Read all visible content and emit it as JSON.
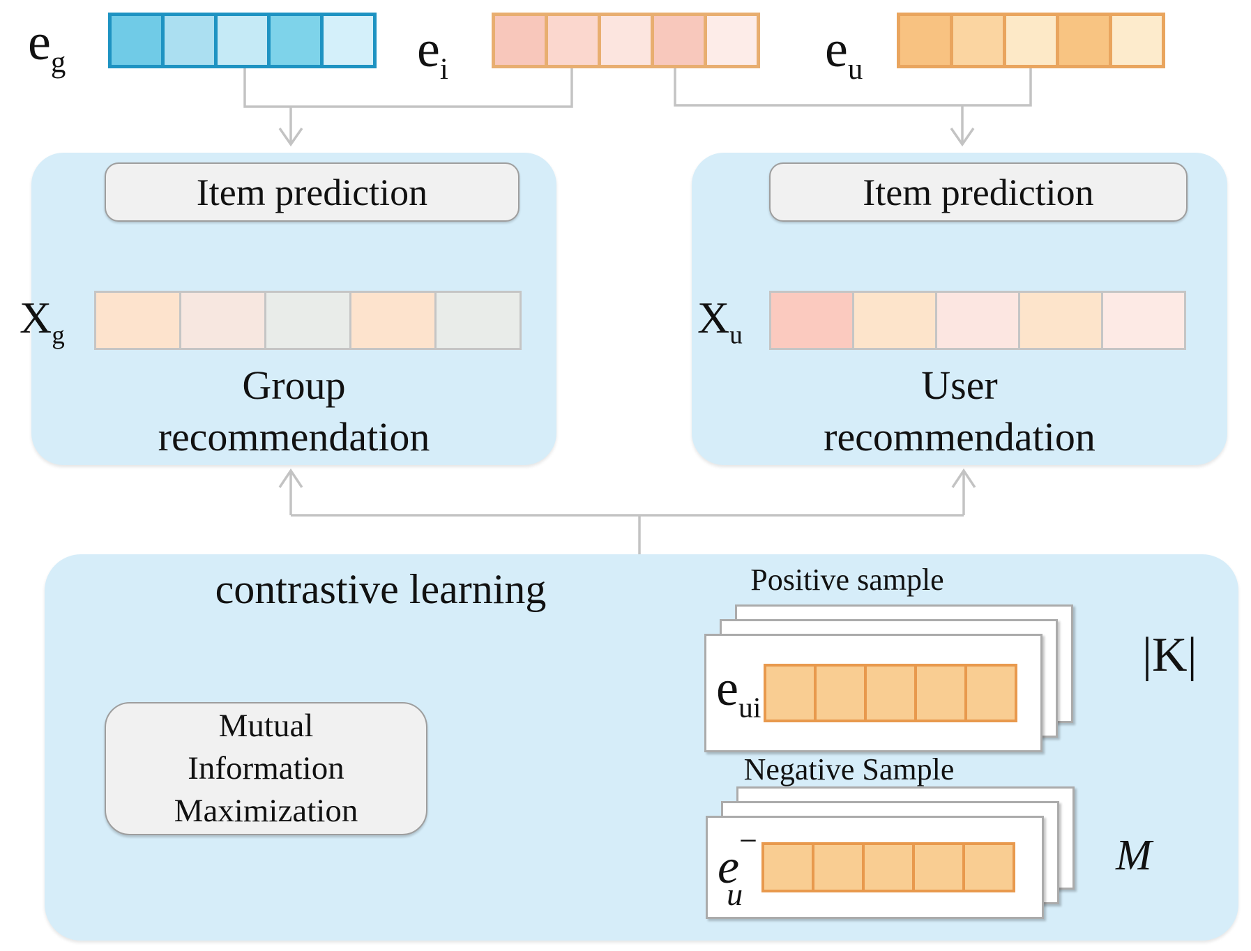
{
  "embeddings": {
    "eg": {
      "base": "e",
      "sub": "g",
      "border": "#1e93c2",
      "cells": [
        "#70cbe7",
        "#abdff1",
        "#c5eaf6",
        "#7ed3ea",
        "#d4f0fa"
      ]
    },
    "ei": {
      "base": "e",
      "sub": "i",
      "border": "#e8ae70",
      "cells": [
        "#f8c7bb",
        "#fbd7ce",
        "#fce5df",
        "#f8c8bc",
        "#fdece8"
      ]
    },
    "eu": {
      "base": "e",
      "sub": "u",
      "border": "#e9a55e",
      "cells": [
        "#f8c281",
        "#fbd5a1",
        "#fde9c7",
        "#f8c482",
        "#fdebcc"
      ]
    }
  },
  "group_panel": {
    "button_label": "Item prediction",
    "output_base": "X",
    "output_sub": "g",
    "output_border": "#c5c5c5",
    "output_cells": [
      "#fde3cd",
      "#f7e7e0",
      "#e9ece9",
      "#fde3cd",
      "#e9ece9"
    ],
    "caption_line1": "Group",
    "caption_line2": "recommendation"
  },
  "user_panel": {
    "button_label": "Item prediction",
    "output_base": "X",
    "output_sub": "u",
    "output_border": "#c5c5c5",
    "output_cells": [
      "#fbcabf",
      "#fde4cb",
      "#fce6e1",
      "#fde4cb",
      "#fdeae5"
    ],
    "caption_line1": "User",
    "caption_line2": "recommendation"
  },
  "contrastive_panel": {
    "title": "contrastive learning",
    "mim_line1": "Mutual",
    "mim_line2": "Information",
    "mim_line3": "Maximization",
    "positive": {
      "label": "Positive sample",
      "vec_base": "e",
      "vec_sub": "ui",
      "count": "|K|",
      "border": "#e8994d",
      "cells": [
        "#f9cd92",
        "#f9cd92",
        "#f9cd92",
        "#f9cd92",
        "#f9cd92"
      ]
    },
    "negative": {
      "label": "Negative Sample",
      "vec_base": "e",
      "vec_sup": "−",
      "vec_sub": "u",
      "count": "M",
      "border": "#e8994d",
      "cells": [
        "#f9cd92",
        "#f9cd92",
        "#f9cd92",
        "#f9cd92",
        "#f9cd92"
      ]
    }
  },
  "colors": {
    "panel_blue": "#d6edf9",
    "wire_gray": "#c3c3c3",
    "button_gray": "#f1f1f1"
  }
}
